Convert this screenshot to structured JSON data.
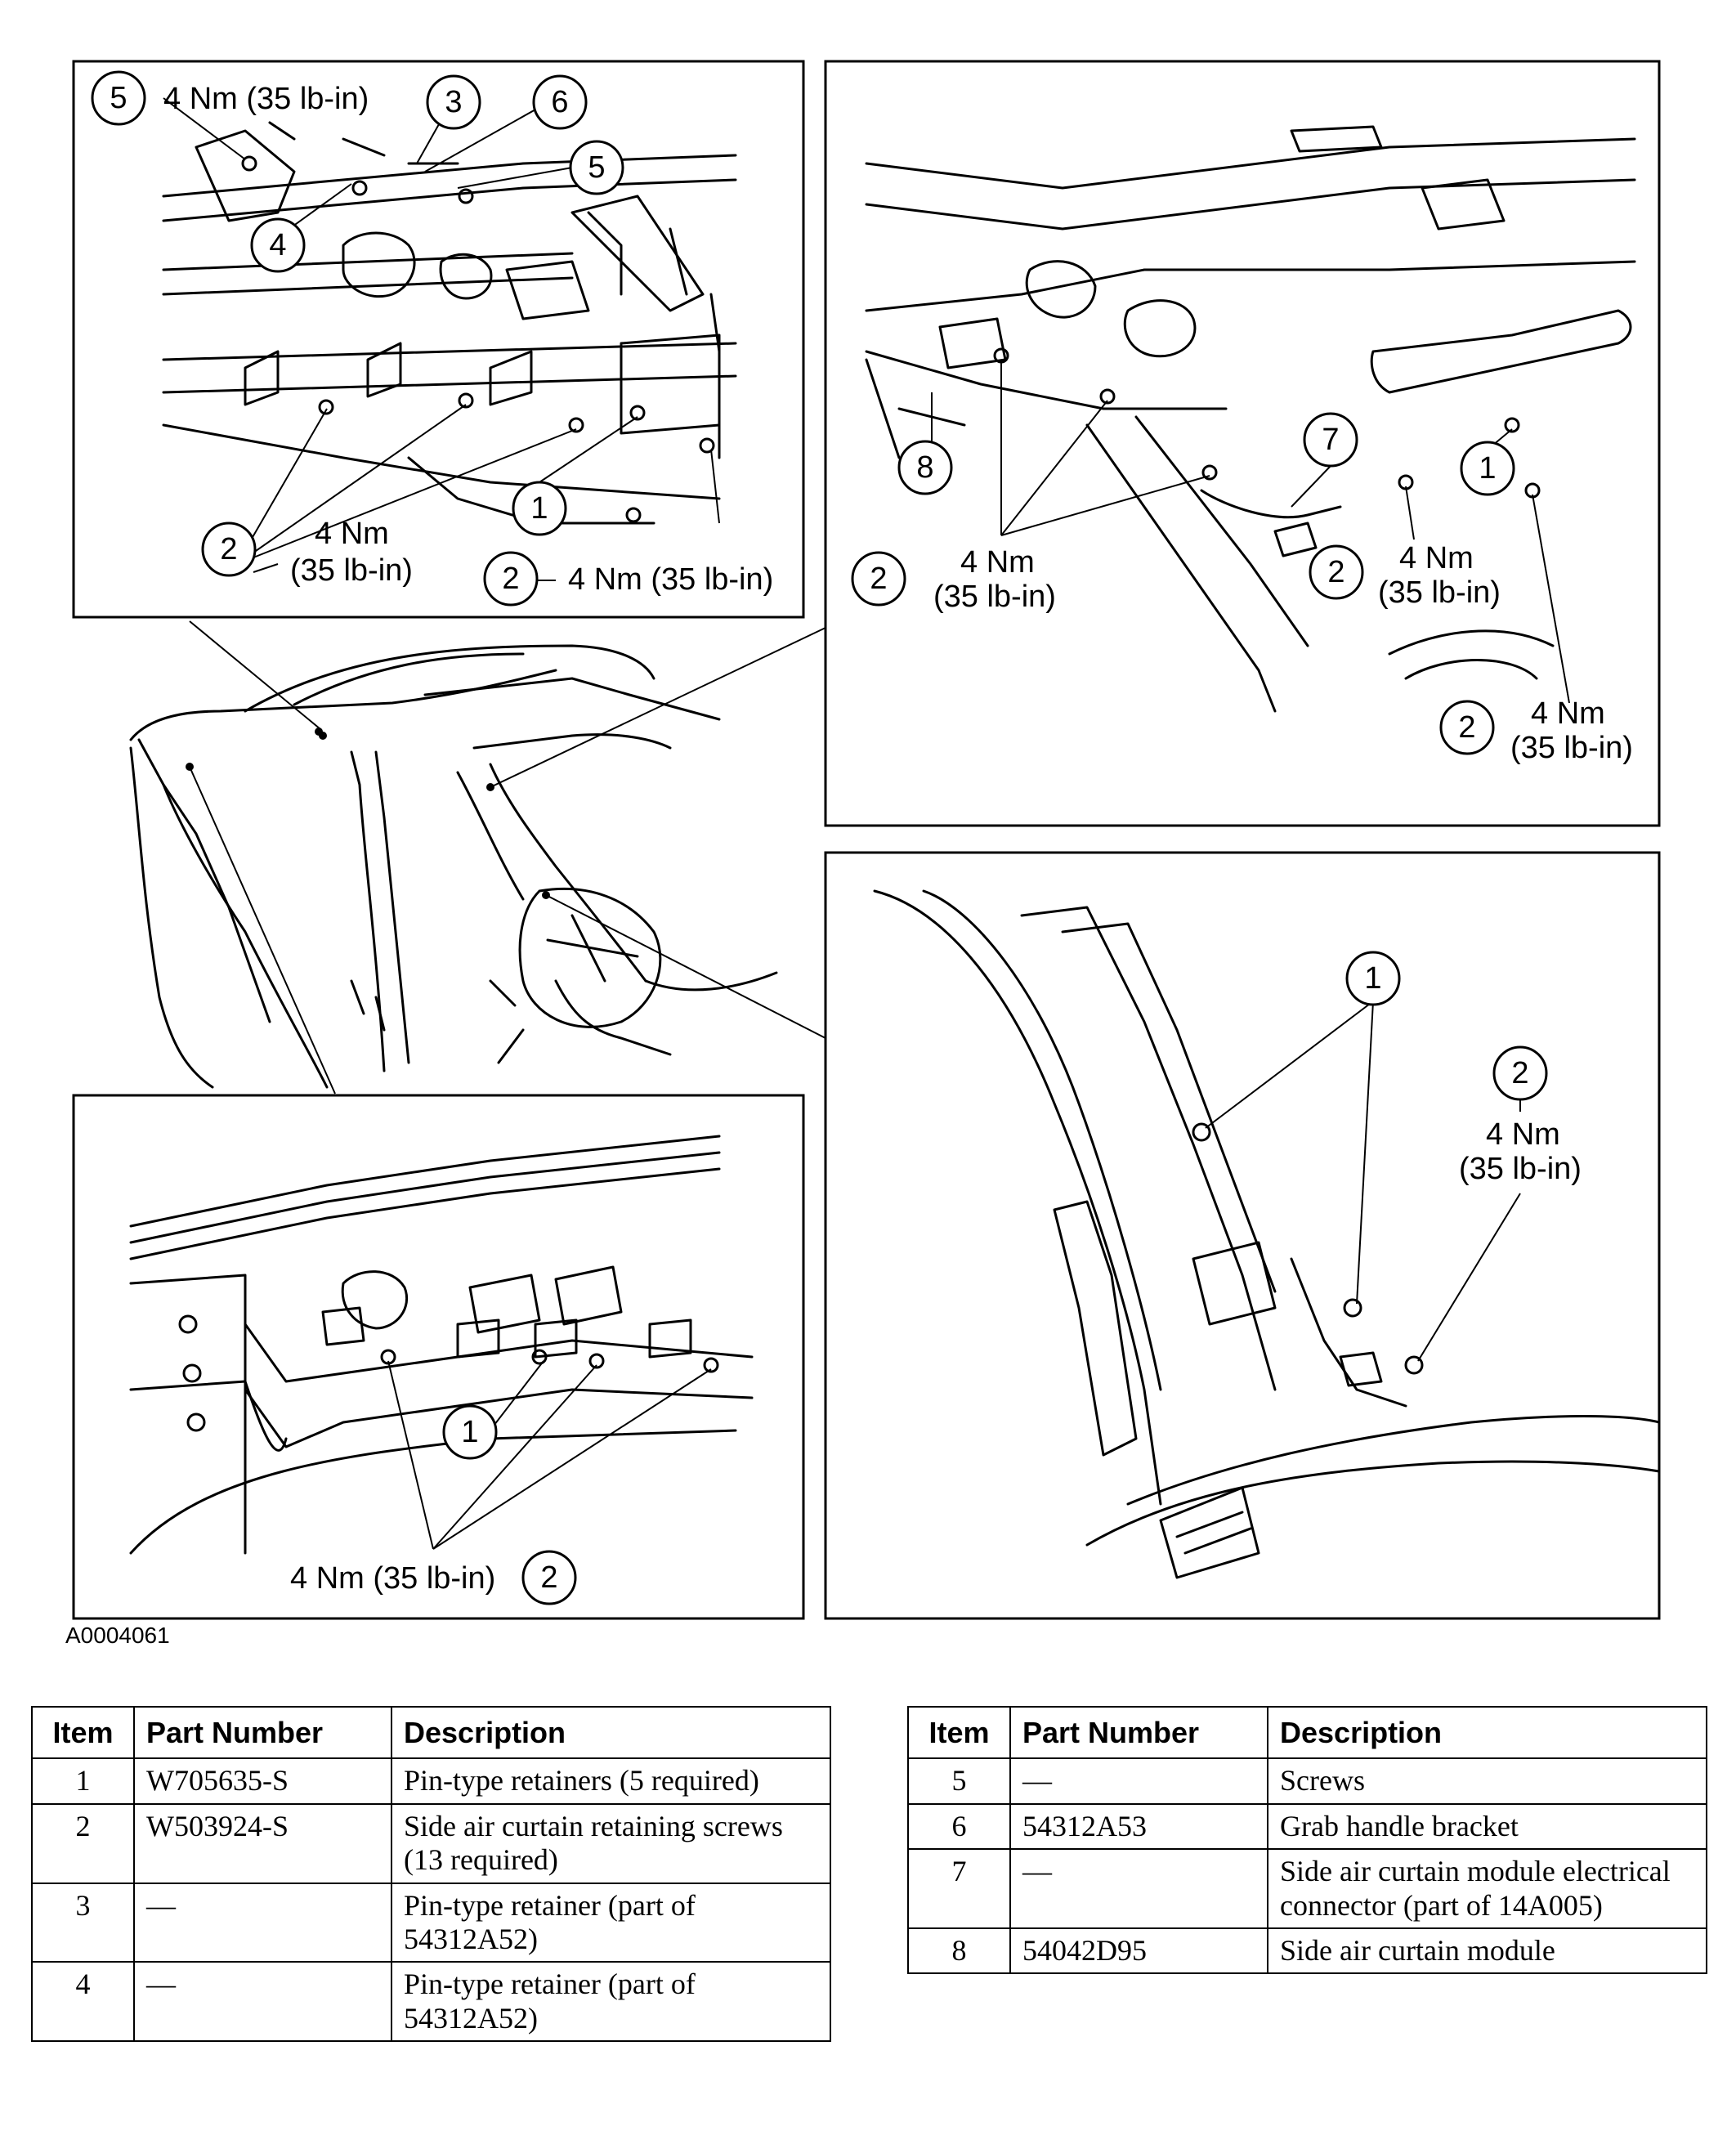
{
  "figure_code": "A0004061",
  "callouts": {
    "tl": [
      "5",
      "3",
      "6",
      "5",
      "4",
      "1",
      "2",
      "2"
    ],
    "tr": [
      "7",
      "8",
      "1",
      "2",
      "2",
      "2"
    ],
    "bl": [
      "1",
      "2"
    ],
    "br": [
      "1",
      "2"
    ]
  },
  "torque_labels": {
    "tl_top": "4 Nm (35 lb-in)",
    "tl_bottom_a": "4 Nm",
    "tl_bottom_b": "(35 lb-in)",
    "tl_bottom_right": "4 Nm (35 lb-in)",
    "tr_a1": "4 Nm",
    "tr_a2": "(35 lb-in)",
    "tr_b1": "4 Nm",
    "tr_b2": "(35 lb-in)",
    "tr_c1": "4 Nm",
    "tr_c2": "(35 lb-in)",
    "bl": "4 Nm (35 lb-in)",
    "br1": "4 Nm",
    "br2": "(35 lb-in)"
  },
  "table_headers": {
    "item": "Item",
    "part_number": "Part Number",
    "description": "Description"
  },
  "parts_left": [
    {
      "item": "1",
      "part": "W705635-S",
      "desc": "Pin-type retainers (5 required)"
    },
    {
      "item": "2",
      "part": "W503924-S",
      "desc": "Side air curtain retaining screws (13 required)"
    },
    {
      "item": "3",
      "part": "—",
      "desc": "Pin-type retainer (part of 54312A52)"
    },
    {
      "item": "4",
      "part": "—",
      "desc": "Pin-type retainer (part of 54312A52)"
    }
  ],
  "parts_right": [
    {
      "item": "5",
      "part": "—",
      "desc": "Screws"
    },
    {
      "item": "6",
      "part": "54312A53",
      "desc": "Grab handle bracket"
    },
    {
      "item": "7",
      "part": "—",
      "desc": "Side air curtain module electrical connector (part of 14A005)"
    },
    {
      "item": "8",
      "part": "54042D95",
      "desc": "Side air curtain module"
    }
  ]
}
